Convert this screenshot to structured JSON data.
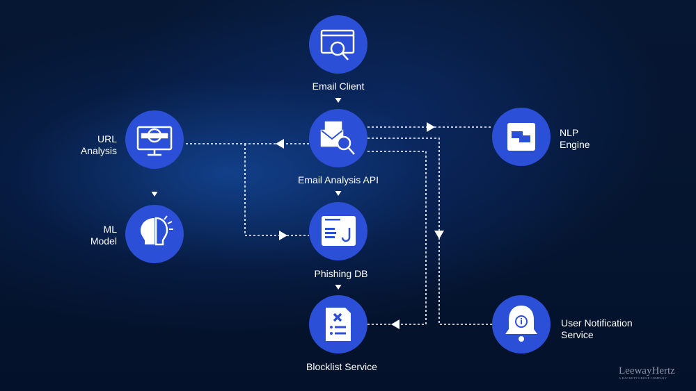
{
  "nodes": {
    "email_client": {
      "label": "Email Client"
    },
    "email_analysis_api": {
      "label": "Email Analysis API"
    },
    "phishing_db": {
      "label": "Phishing DB"
    },
    "blocklist_service": {
      "label": "Blocklist Service"
    },
    "url_analysis": {
      "label_line1": "URL",
      "label_line2": "Analysis"
    },
    "ml_model": {
      "label_line1": "ML",
      "label_line2": "Model"
    },
    "nlp_engine": {
      "label_line1": "NLP",
      "label_line2": "Engine"
    },
    "user_notification_service": {
      "label_line1": "User Notification",
      "label_line2": "Service"
    }
  },
  "logo": {
    "name": "LeewayHertz",
    "tagline": "A HACKETT GROUP COMPANY"
  },
  "colors": {
    "node_fill": "#2b4fd6",
    "connector": "#ffffff",
    "background": "#051530"
  }
}
